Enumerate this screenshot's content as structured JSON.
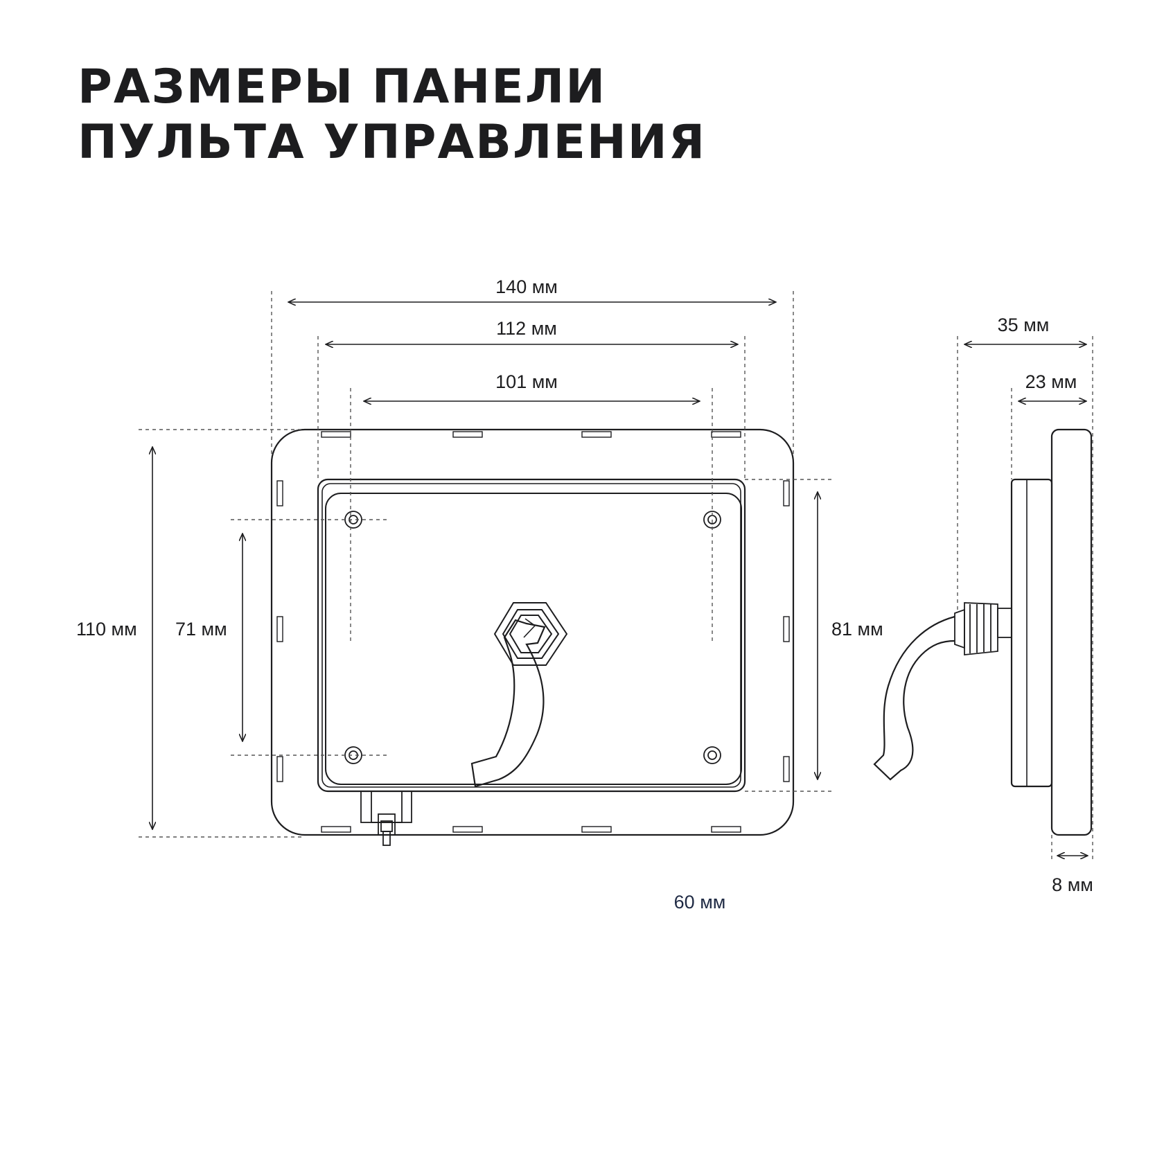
{
  "title": {
    "line1": "РАЗМЕРЫ ПАНЕЛИ",
    "line2": "ПУЛЬТА УПРАВЛЕНИЯ"
  },
  "dimensions": {
    "width_outer": "140 мм",
    "width_middle": "112 мм",
    "width_holes": "101 мм",
    "height_outer": "110 мм",
    "height_holes": "71 мм",
    "height_inner": "81 мм",
    "depth_total": "35 мм",
    "depth_body": "23 мм",
    "depth_frame": "8 мм",
    "extra": "60 мм"
  },
  "colors": {
    "line": "#1d1d1f",
    "extra_label": "#1f2a44"
  }
}
